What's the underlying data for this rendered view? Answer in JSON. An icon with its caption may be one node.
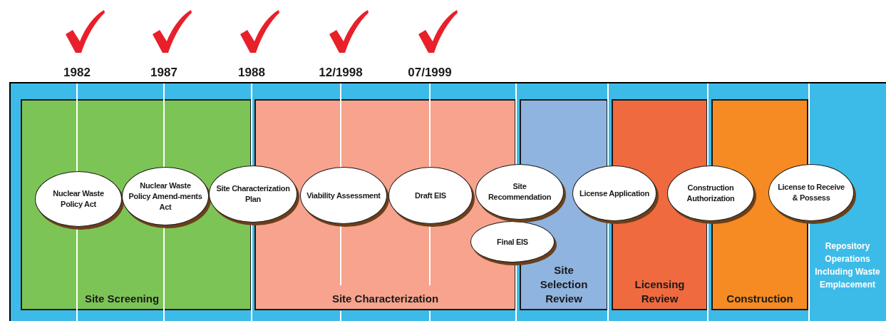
{
  "diagram": {
    "nodes": [
      {
        "text": [],
        "shape": "band"
      },
      {
        "text": [
          "Site Screening"
        ],
        "in": 0
      },
      {
        "text": [
          "Site Characterization"
        ],
        "in": 0
      },
      {
        "text": [
          "Site Selection Review"
        ],
        "in": 0
      },
      {
        "text": [
          "Licensing Review"
        ],
        "in": 0
      },
      {
        "text": [
          "Construction"
        ],
        "in": 0
      },
      {
        "text": [
          "Nuclear Waste Policy Act"
        ],
        "in": 1
      },
      {
        "text": [
          "Nuclear Waste Policy Amend-ments Act"
        ],
        "in": 1
      },
      {
        "text": [
          "Site Characterization Plan"
        ],
        "in": 0
      },
      {
        "text": [
          "Viability Assessment"
        ],
        "in": 2
      },
      {
        "text": [
          "Draft EIS"
        ],
        "in": 2
      },
      {
        "text": [
          "Site Recommendation"
        ],
        "in": 0
      },
      {
        "text": [
          "Final EIS"
        ],
        "in": 0
      },
      {
        "text": [
          "License Application"
        ],
        "in": 0
      },
      {
        "text": [
          "Construction Authorization"
        ],
        "in": 0
      },
      {
        "text": [
          "License to Receive & Possess"
        ],
        "in": 0
      }
    ],
    "labels": [
      "1982",
      "1987",
      "1988",
      "12/1998",
      "07/1999",
      "Repository Operations Including Waste Emplacement"
    ]
  }
}
